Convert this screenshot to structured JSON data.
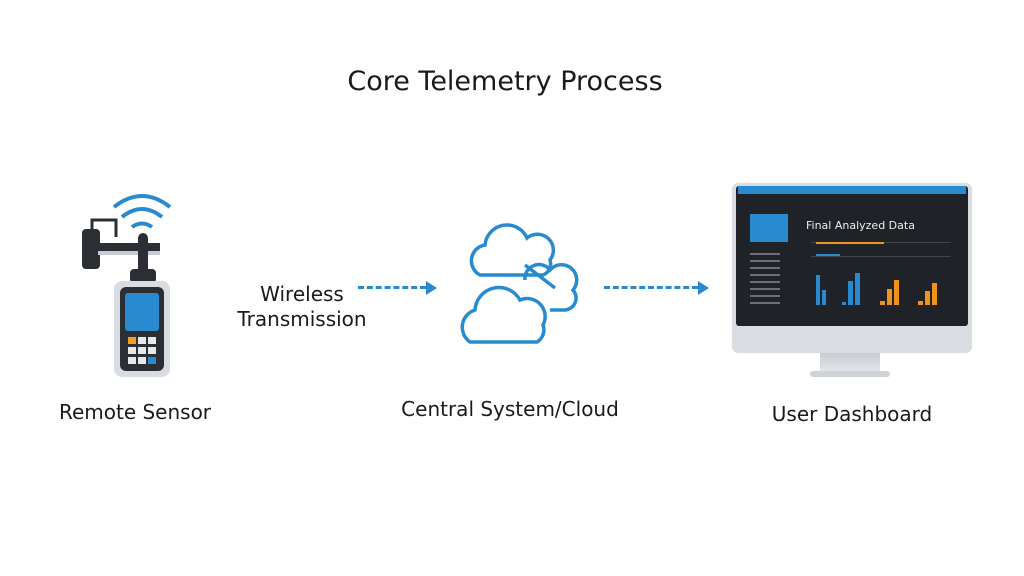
{
  "title": "Core Telemetry Process",
  "nodes": [
    {
      "label": "Remote Sensor",
      "icon": "sensor-device-icon"
    },
    {
      "label": "Central System/Cloud",
      "icon": "cloud-icon"
    },
    {
      "label": "User Dashboard",
      "icon": "monitor-icon"
    }
  ],
  "edges": [
    {
      "from": "Remote Sensor",
      "to": "Central System/Cloud",
      "label_line1": "Wireless",
      "label_line2": "Transmission"
    },
    {
      "from": "Central System/Cloud",
      "to": "User Dashboard",
      "label_line1": "",
      "label_line2": ""
    }
  ],
  "dashboard": {
    "heading": "Final Analyzed Data"
  },
  "colors": {
    "accent": "#2a8ad0",
    "orange": "#f0921e",
    "dark": "#1f2226"
  }
}
